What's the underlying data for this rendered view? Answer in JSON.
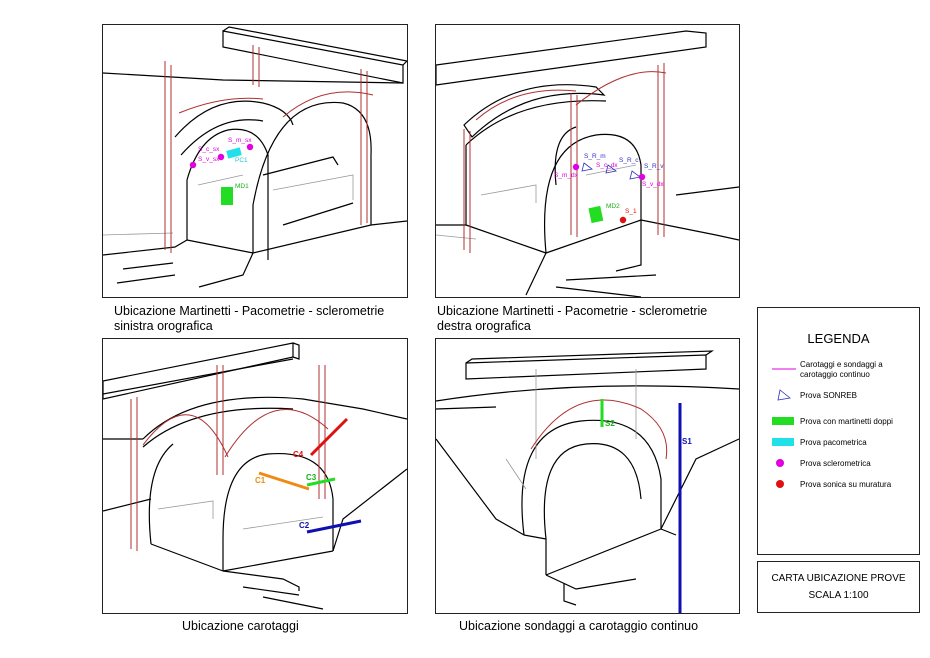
{
  "captions": {
    "p1_line1": "Ubicazione Martinetti - Pacometrie - sclerometrie",
    "p1_line2": "sinistra orografica",
    "p2_line1": "Ubicazione Martinetti - Pacometrie - sclerometrie",
    "p2_line2": "destra orografica",
    "p3": "Ubicazione carotaggi",
    "p4": "Ubicazione sondaggi a carotaggio continuo"
  },
  "panel1_labels": {
    "s_m_sx": "S_m_sx",
    "s_c_sx": "S_c_sx",
    "s_v_sx": "S_v_sx",
    "pc1": "PC1",
    "md1": "MD1"
  },
  "panel2_labels": {
    "s_r_m": "S_R_m",
    "s_r_c": "S_R_c",
    "s_r_v": "S_R_v",
    "s_m_dx": "S_m_dx",
    "s_c_dx": "S_c_dx",
    "s_v_dx": "S_v_dx",
    "md2": "MD2",
    "s_1": "S_1"
  },
  "panel3_labels": {
    "c1": "C1",
    "c2": "C2",
    "c3": "C3",
    "c4": "C4"
  },
  "panel4_labels": {
    "s1": "S1",
    "s2": "S2"
  },
  "legend": {
    "title": "LEGENDA",
    "items": [
      {
        "label_line1": "Carotaggi e sondaggi a",
        "label_line2": "carotaggio continuo",
        "symbol": "magenta-line"
      },
      {
        "label_line1": "Prova SONREB",
        "symbol": "sonreb-triangle-icon"
      },
      {
        "label_line1": "Prova con martinetti doppi",
        "symbol": "green-rect"
      },
      {
        "label_line1": "Prova pacometrica",
        "symbol": "cyan-rect"
      },
      {
        "label_line1": "Prova sclerometrica",
        "symbol": "magenta-dot"
      },
      {
        "label_line1": "Prova sonica su muratura",
        "symbol": "red-dot"
      }
    ]
  },
  "stamp": {
    "line1": "CARTA UBICAZIONE PROVE",
    "line2": "SCALA 1:100"
  },
  "colors": {
    "structure": "#000000",
    "red_frame": "#b03030",
    "magenta": "#e000e0",
    "green": "#22dd22",
    "cyan": "#22e0e8",
    "red_point": "#e01010",
    "orange": "#f08a10",
    "blue": "#1010b0"
  }
}
